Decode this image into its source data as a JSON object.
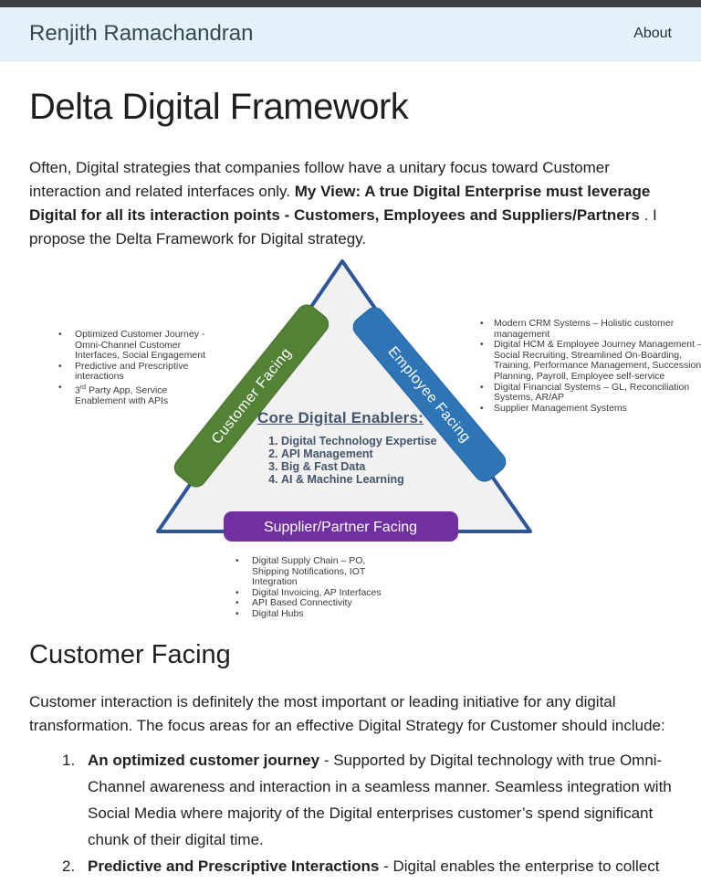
{
  "header": {
    "site_title": "Renjith Ramachandran",
    "nav_about": "About"
  },
  "article": {
    "title": "Delta Digital Framework",
    "intro": {
      "normal1": "Often, Digital strategies that companies follow have a unitary focus toward Customer interaction and related interfaces only. ",
      "bold": "My View: A true Digital Enterprise must leverage Digital for all its interaction points - Customers, Employees and Suppliers/Partners",
      "normal2": " . I propose the Delta Framework for Digital strategy."
    },
    "section": {
      "heading": "Customer Facing",
      "paragraph": "Customer interaction is definitely the most important or leading initiative for any digital transformation. The focus areas for an effective Digital Strategy for Customer should include:",
      "list": [
        {
          "num": "1.",
          "bold": "An optimized customer journey",
          "rest": " - Supported by Digital technology with true Omni-Channel awareness and interaction in a seamless manner. Seamless integration with Social Media where majority of the Digital enterprises customer’s spend significant chunk of their digital time."
        },
        {
          "num": "2.",
          "bold": "Predictive and Prescriptive Interactions",
          "rest": " - Digital enables the enterprise to collect"
        }
      ]
    }
  },
  "diagram": {
    "colors": {
      "triangle_fill": "#f1f1f2",
      "triangle_border": "#2e5596",
      "customer_band": "#538135",
      "employee_band": "#2e75b6",
      "supplier_band": "#7030a0",
      "enablers_text": "#44546a"
    },
    "bands": {
      "customer": "Customer Facing",
      "employee": "Employee Facing",
      "supplier": "Supplier/Partner Facing"
    },
    "enablers": {
      "heading": "Core Digital Enablers:",
      "items": [
        "Digital Technology Expertise",
        "API Management",
        "Big & Fast Data",
        "AI & Machine Learning"
      ]
    },
    "left_bullets": [
      "Optimized Customer Journey - Omni-Channel Customer Interfaces, Social Engagement",
      "Predictive and Prescriptive interactions",
      {
        "num": "3",
        "sup": "rd",
        "rest": " Party App, Service Enablement with APIs"
      }
    ],
    "right_bullets": [
      "Modern CRM Systems – Holistic customer management",
      "Digital HCM & Employee Journey Management – Social Recruiting, Streamlined On-Boarding, Training, Performance Management, Succession Planning, Payroll, Employee self-service",
      "Digital Financial Systems – GL, Reconciliation Systems, AR/AP",
      "Supplier Management Systems"
    ],
    "bottom_bullets": [
      "Digital Supply Chain – PO, Shipping Notifications, IOT Integration",
      "Digital Invoicing, AP Interfaces",
      "API Based Connectivity",
      "Digital Hubs"
    ]
  }
}
